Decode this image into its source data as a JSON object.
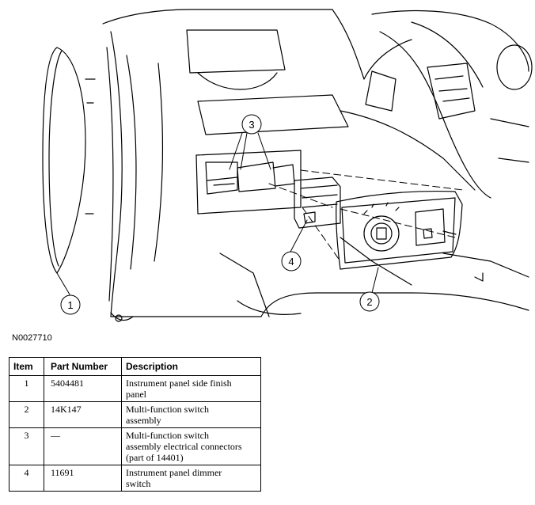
{
  "figure": {
    "reference": "N0027710",
    "callouts": [
      "1",
      "2",
      "3",
      "4"
    ]
  },
  "table": {
    "headers": {
      "item": "Item",
      "part_number": "Part Number",
      "description": "Description"
    },
    "rows": [
      {
        "item": "1",
        "part_number": "5404481",
        "description_lines": [
          "Instrument panel side finish",
          "panel"
        ]
      },
      {
        "item": "2",
        "part_number": "14K147",
        "description_lines": [
          "Multi-function switch",
          "assembly"
        ]
      },
      {
        "item": "3",
        "part_number": "—",
        "description_lines": [
          "Multi-function switch",
          "assembly electrical connectors",
          "(part of 14401)"
        ]
      },
      {
        "item": "4",
        "part_number": "11691",
        "description_lines": [
          "Instrument panel dimmer",
          "switch"
        ]
      }
    ]
  }
}
